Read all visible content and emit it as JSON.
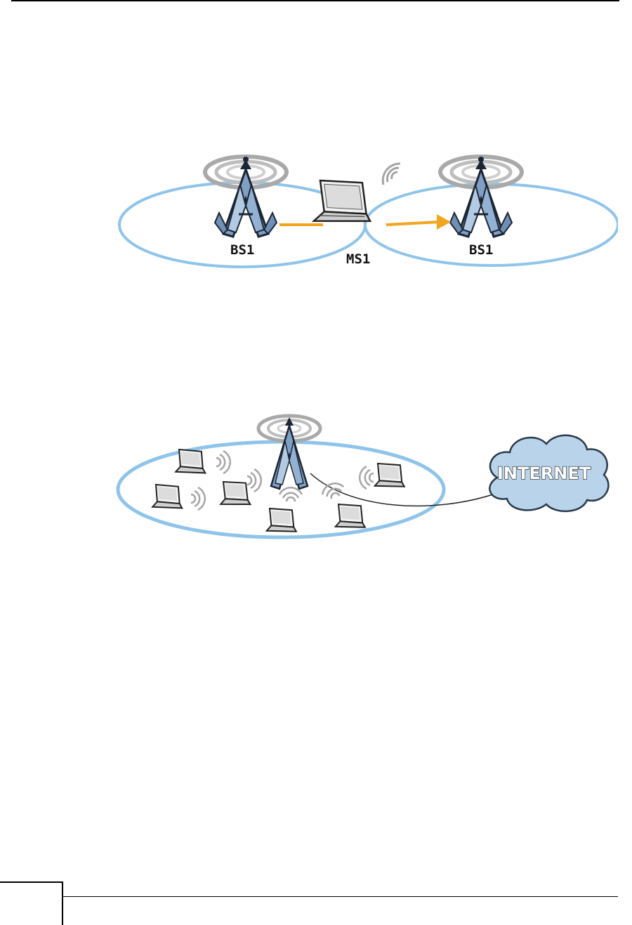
{
  "figure1": {
    "label_left_station": "BS1",
    "label_mobile_station": "MS1",
    "label_right_station": "BS1"
  },
  "figure2": {
    "cloud_label": "INTERNET"
  },
  "colors": {
    "cell_ellipse": "#8fc4ea",
    "arrow": "#f2a51e",
    "tower": "#8fb0d2",
    "cloud": "#b9d4ea"
  },
  "icons": [
    "base-station-tower-icon",
    "laptop-icon",
    "wireless-signal-icon",
    "internet-cloud-icon",
    "arrow-icon"
  ]
}
